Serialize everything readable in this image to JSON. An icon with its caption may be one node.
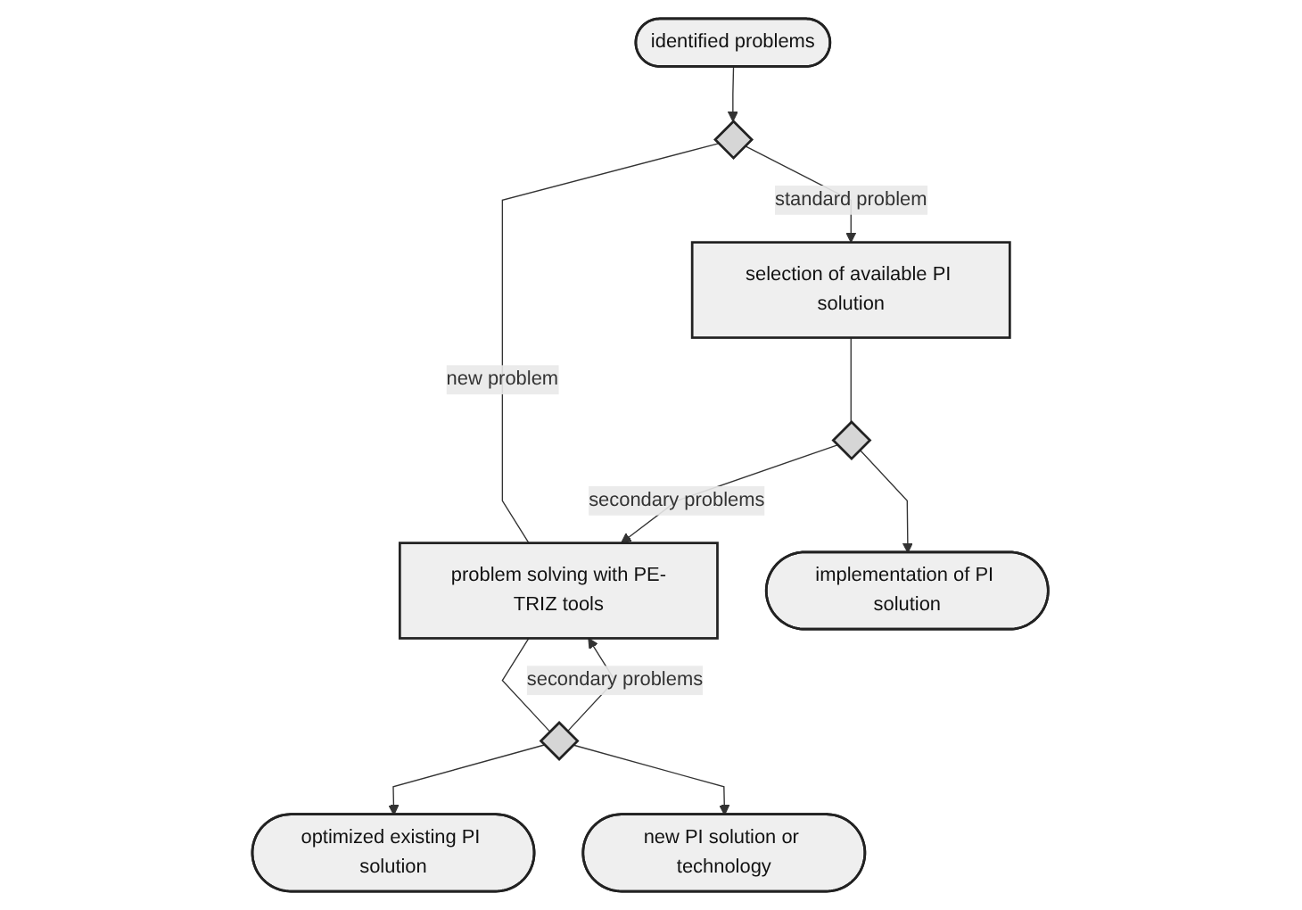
{
  "diagram": {
    "nodes": [
      {
        "text": [
          "identified problems"
        ]
      },
      {
        "text": [],
        "shape": "diamond"
      },
      {
        "text": [
          "selection of available PI solution"
        ]
      },
      {
        "text": [
          "problem solving with PE-TRIZ tools"
        ]
      },
      {
        "text": [],
        "shape": "diamond"
      },
      {
        "text": [],
        "shape": "diamond"
      },
      {
        "text": [
          "implementation of PI solution"
        ]
      },
      {
        "text": [
          "optimized existing PI solution"
        ]
      },
      {
        "text": [
          "new PI solution or technology"
        ]
      }
    ],
    "edges": [
      {
        "from": 0,
        "to": 1,
        "arrow": "to"
      },
      {
        "from": 1,
        "to": 2,
        "arrow": "to",
        "label": "standard problem"
      },
      {
        "from": 1,
        "to": 3,
        "arrow": "none",
        "label": "new problem"
      },
      {
        "from": 2,
        "to": 4,
        "arrow": "none"
      },
      {
        "from": 4,
        "to": 3,
        "arrow": "to",
        "label": "secondary problems"
      },
      {
        "from": 3,
        "to": 5,
        "arrow": "none"
      },
      {
        "from": 5,
        "to": 3,
        "arrow": "to",
        "label": "secondary problems"
      },
      {
        "from": 4,
        "to": 6,
        "arrow": "to"
      },
      {
        "from": 5,
        "to": 7,
        "arrow": "to"
      },
      {
        "from": 5,
        "to": 8,
        "arrow": "to"
      }
    ]
  }
}
